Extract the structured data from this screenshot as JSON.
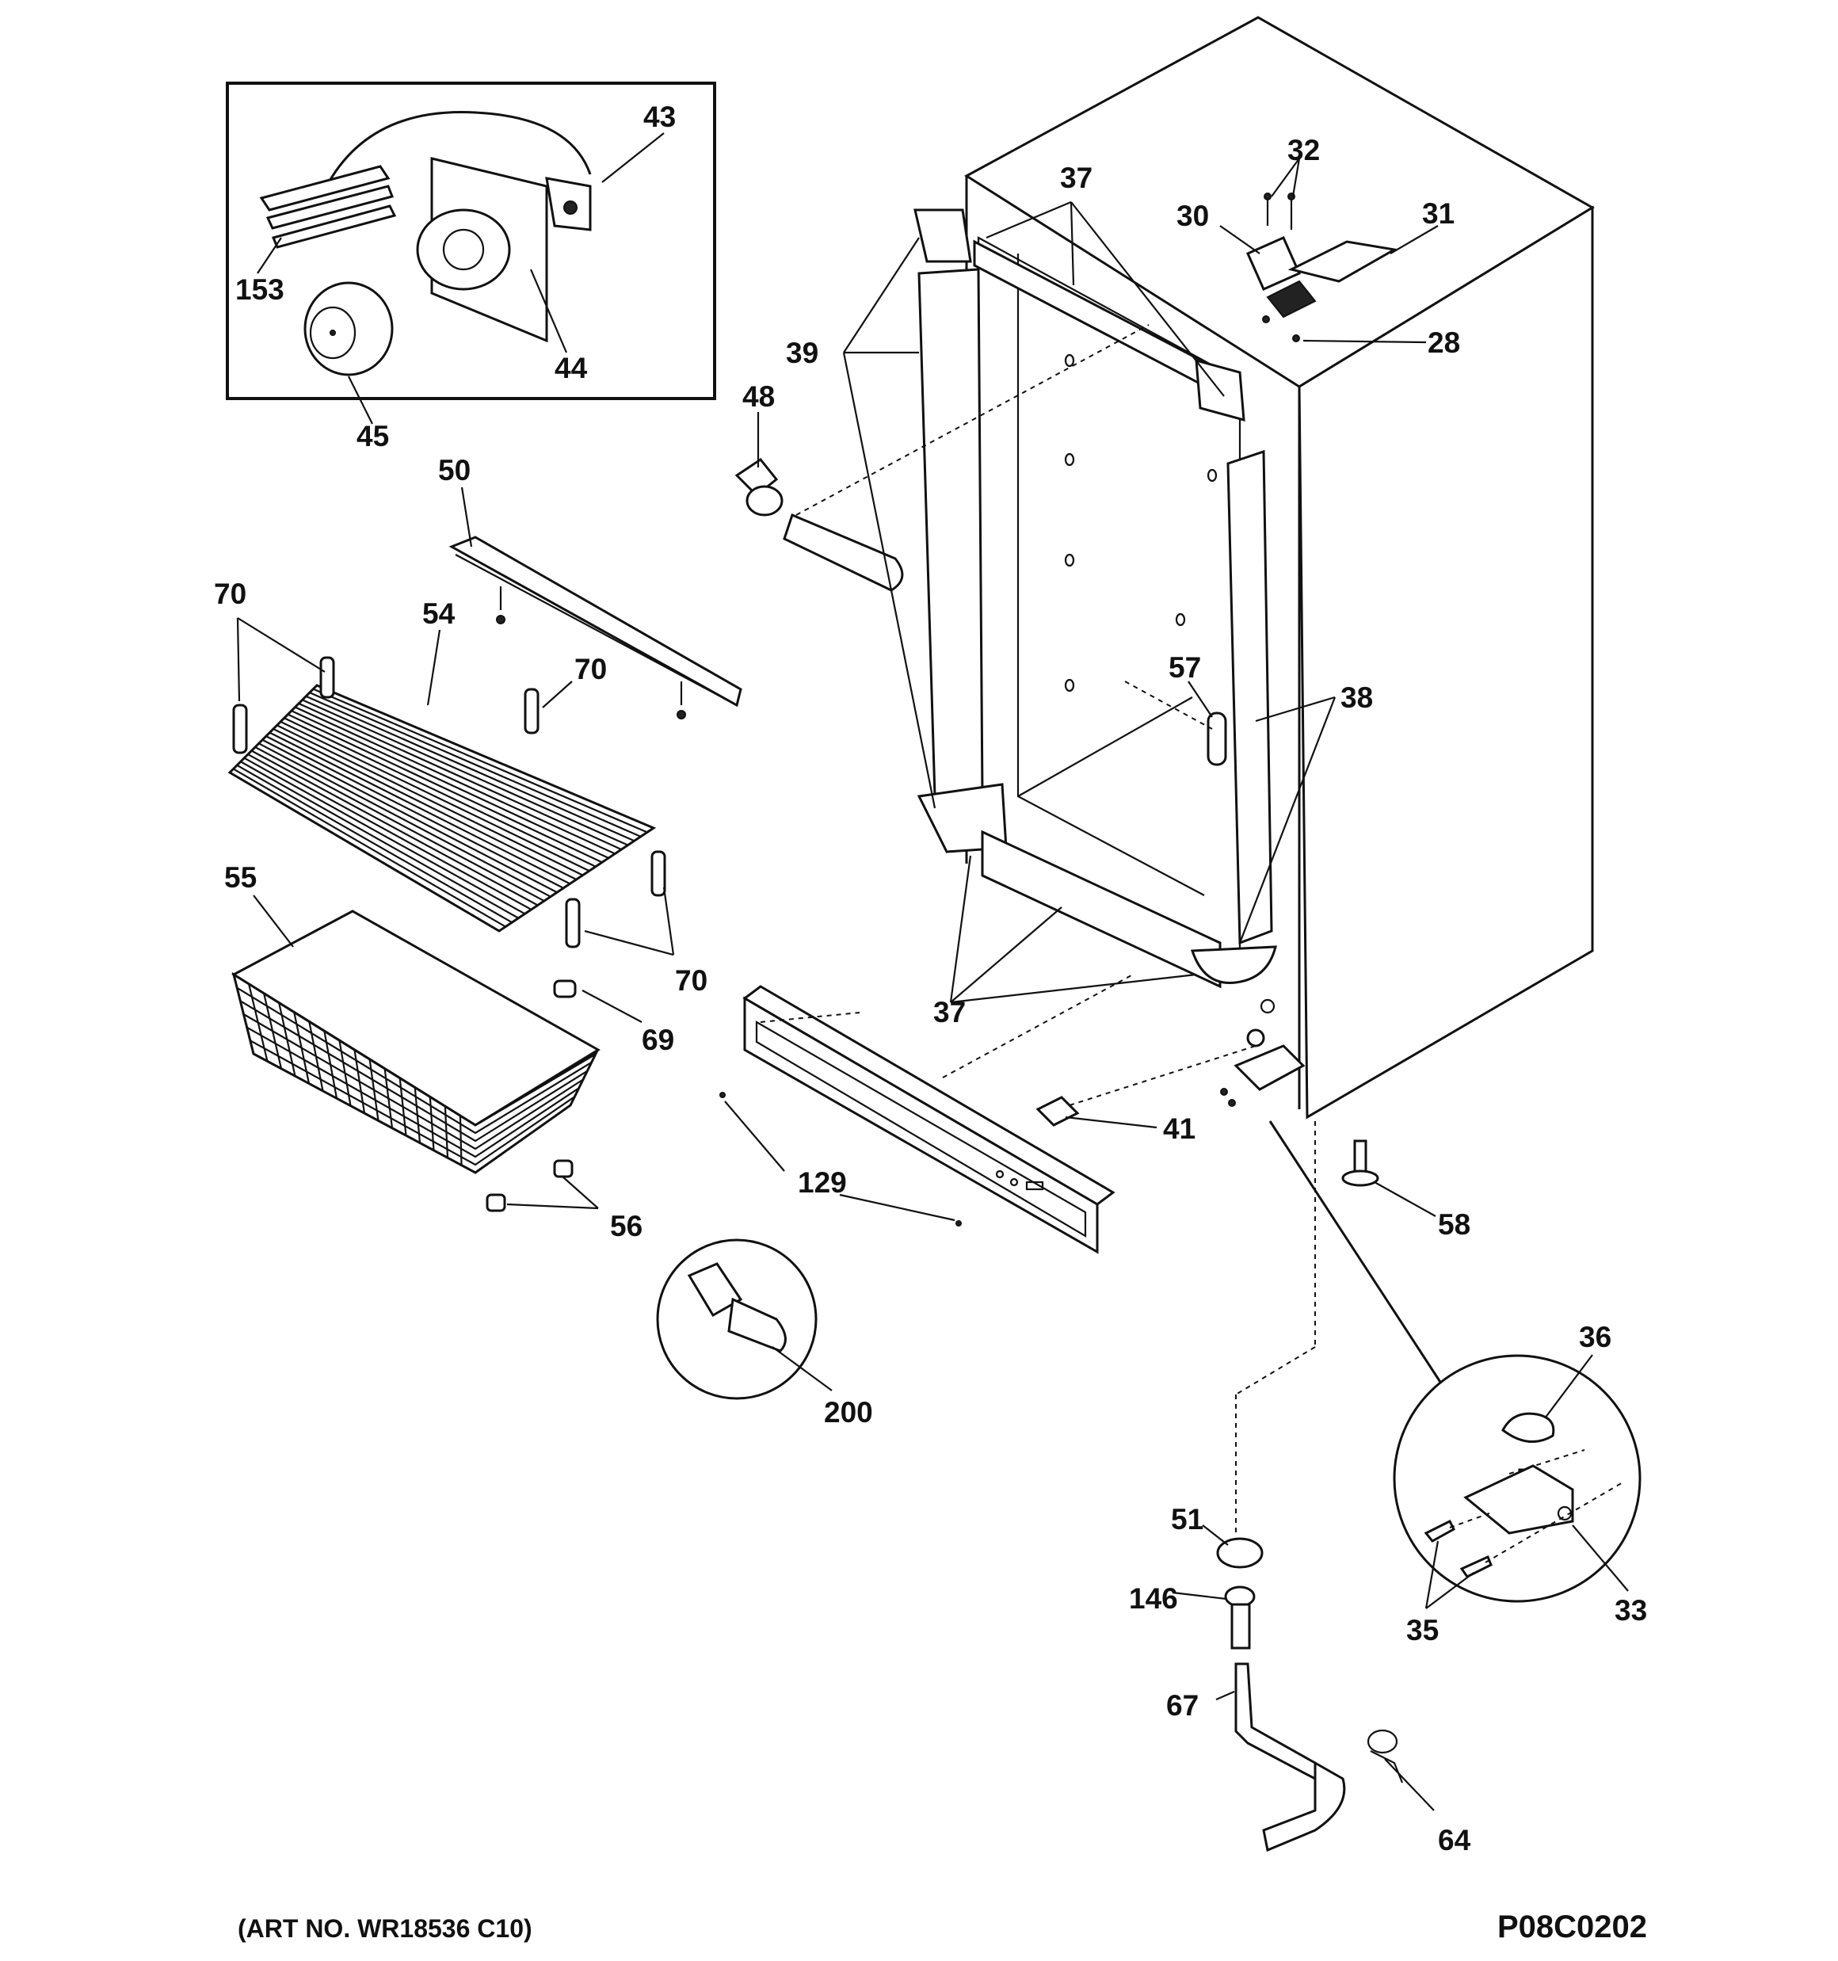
{
  "art_number": "(ART NO. WR18536 C10)",
  "drawing_id": "P08C0202",
  "callouts": {
    "c28": "28",
    "c30": "30",
    "c31": "31",
    "c32": "32",
    "c33": "33",
    "c35": "35",
    "c36": "36",
    "c37a": "37",
    "c37b": "37",
    "c38": "38",
    "c39": "39",
    "c41": "41",
    "c43": "43",
    "c44": "44",
    "c45": "45",
    "c48": "48",
    "c50": "50",
    "c51": "51",
    "c54": "54",
    "c55": "55",
    "c56": "56",
    "c57": "57",
    "c58": "58",
    "c64": "64",
    "c67": "67",
    "c69": "69",
    "c70a": "70",
    "c70b": "70",
    "c70c": "70",
    "c129": "129",
    "c146": "146",
    "c153": "153",
    "c200": "200"
  }
}
